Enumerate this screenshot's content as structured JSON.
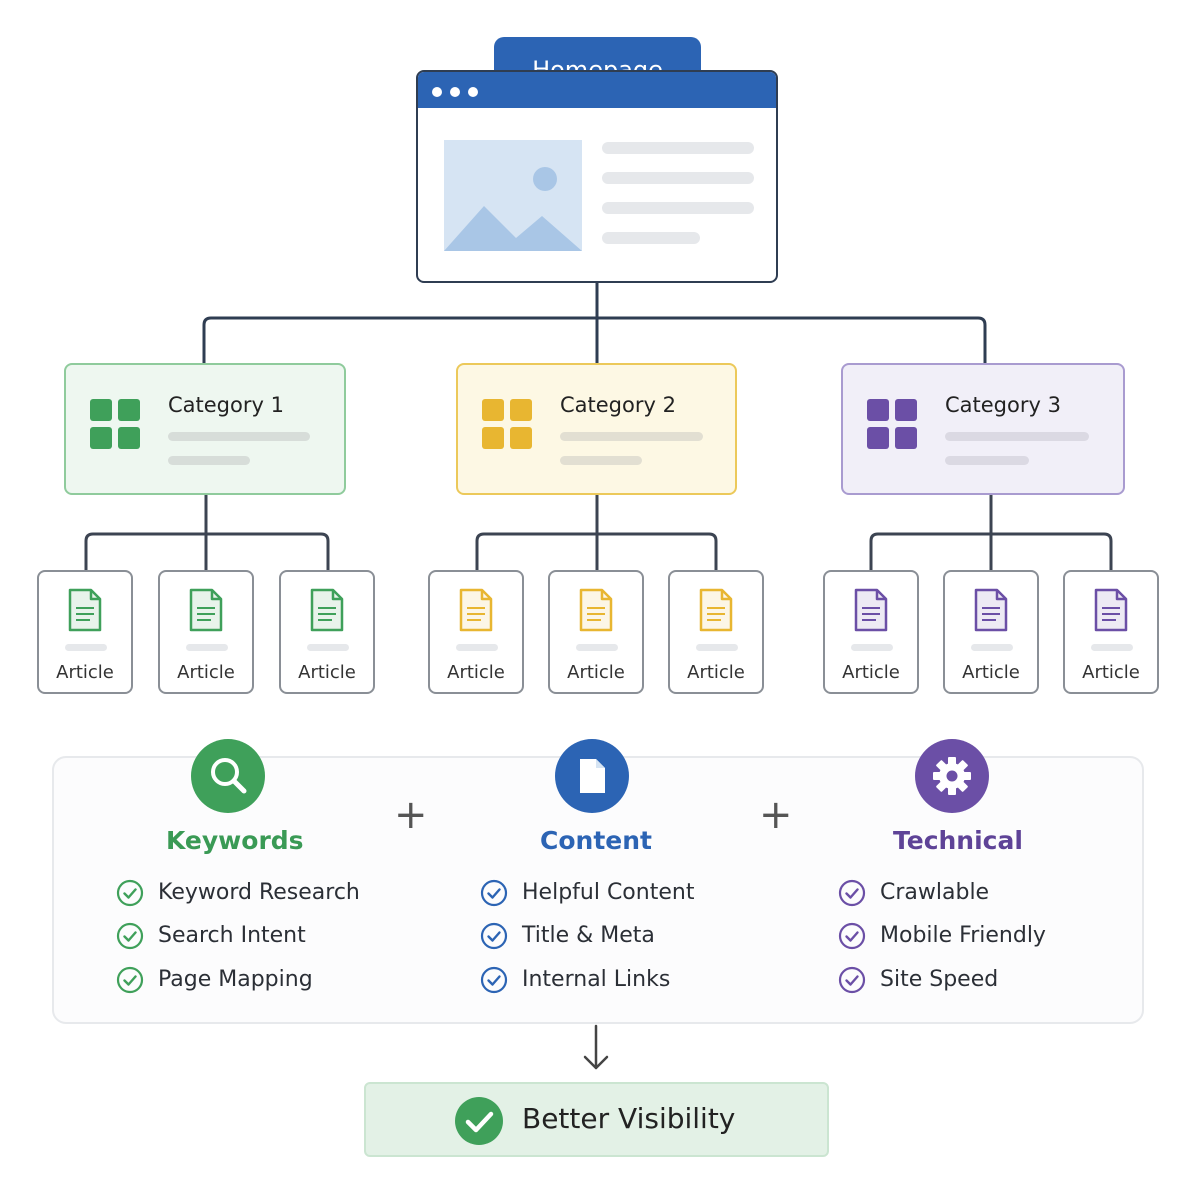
{
  "colors": {
    "blue": "#2c64b4",
    "green": "#3fa05a",
    "yellow": "#e8b631",
    "purple": "#6b4fa6",
    "connector": "#2f3d52"
  },
  "homepage": {
    "title": "Homepage",
    "image_icon": "image-placeholder-icon"
  },
  "categories": [
    {
      "title": "Category 1",
      "theme": "green",
      "icon": "grid-icon"
    },
    {
      "title": "Category 2",
      "theme": "yellow",
      "icon": "grid-icon"
    },
    {
      "title": "Category 3",
      "theme": "purple",
      "icon": "grid-icon"
    }
  ],
  "articles": [
    {
      "label": "Article",
      "theme": "green"
    },
    {
      "label": "Article",
      "theme": "green"
    },
    {
      "label": "Article",
      "theme": "green"
    },
    {
      "label": "Article",
      "theme": "yellow"
    },
    {
      "label": "Article",
      "theme": "yellow"
    },
    {
      "label": "Article",
      "theme": "yellow"
    },
    {
      "label": "Article",
      "theme": "purple"
    },
    {
      "label": "Article",
      "theme": "purple"
    },
    {
      "label": "Article",
      "theme": "purple"
    }
  ],
  "pillars": [
    {
      "title": "Keywords",
      "icon": "search-icon",
      "theme": "green",
      "items": [
        "Keyword Research",
        "Search Intent",
        "Page Mapping"
      ]
    },
    {
      "title": "Content",
      "icon": "document-icon",
      "theme": "blue",
      "items": [
        "Helpful Content",
        "Title & Meta",
        "Internal Links"
      ]
    },
    {
      "title": "Technical",
      "icon": "gear-icon",
      "theme": "purple",
      "items": [
        "Crawlable",
        "Mobile Friendly",
        "Site Speed"
      ]
    }
  ],
  "operators": [
    "+",
    "+"
  ],
  "result": {
    "label": "Better Visibility",
    "icon": "check-circle-icon"
  }
}
